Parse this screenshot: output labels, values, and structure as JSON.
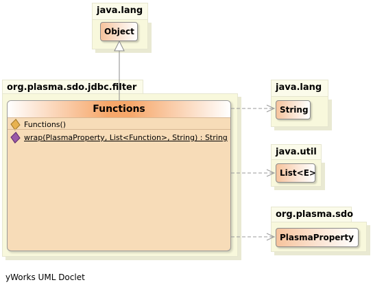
{
  "packages": {
    "java_lang_top": {
      "name": "java.lang",
      "classes": [
        "Object"
      ]
    },
    "jdbc_filter": {
      "name": "org.plasma.sdo.jdbc.filter"
    },
    "java_lang_right": {
      "name": "java.lang",
      "classes": [
        "String"
      ]
    },
    "java_util": {
      "name": "java.util",
      "classes": [
        "List<E>"
      ]
    },
    "plasma_sdo": {
      "name": "org.plasma.sdo",
      "classes": [
        "PlasmaProperty"
      ]
    }
  },
  "main_class": {
    "name": "Functions",
    "constructor": "Functions()",
    "method": "wrap(PlasmaProperty, List<Function>, String) : String"
  },
  "footer": "yWorks UML Doclet"
}
